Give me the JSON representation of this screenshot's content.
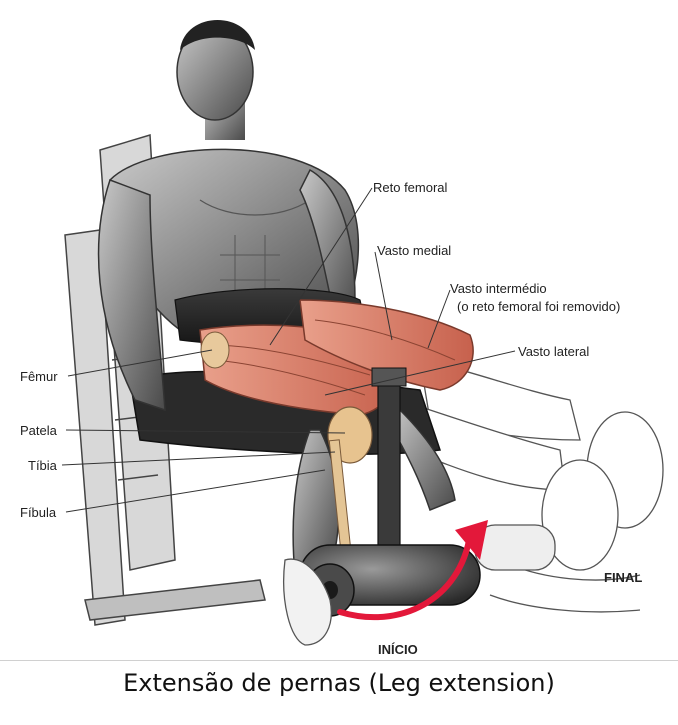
{
  "labels": {
    "reto_femoral": "Reto femoral",
    "vasto_medial": "Vasto medial",
    "vasto_intermedio": "Vasto intermédio",
    "vasto_intermedio_note": "(o reto femoral foi removido)",
    "vasto_lateral": "Vasto lateral",
    "femur": "Fêmur",
    "patela": "Patela",
    "tibia": "Tíbia",
    "fibula": "Fíbula",
    "final": "FINAL",
    "inicio": "INÍCIO"
  },
  "caption": "Extensão de pernas (Leg extension)",
  "colors": {
    "muscle": "#d9806a",
    "muscle_dark": "#b85a48",
    "skin_gray": "#8d8d8d",
    "arrow_red": "#e3183a",
    "outline": "#333333"
  }
}
